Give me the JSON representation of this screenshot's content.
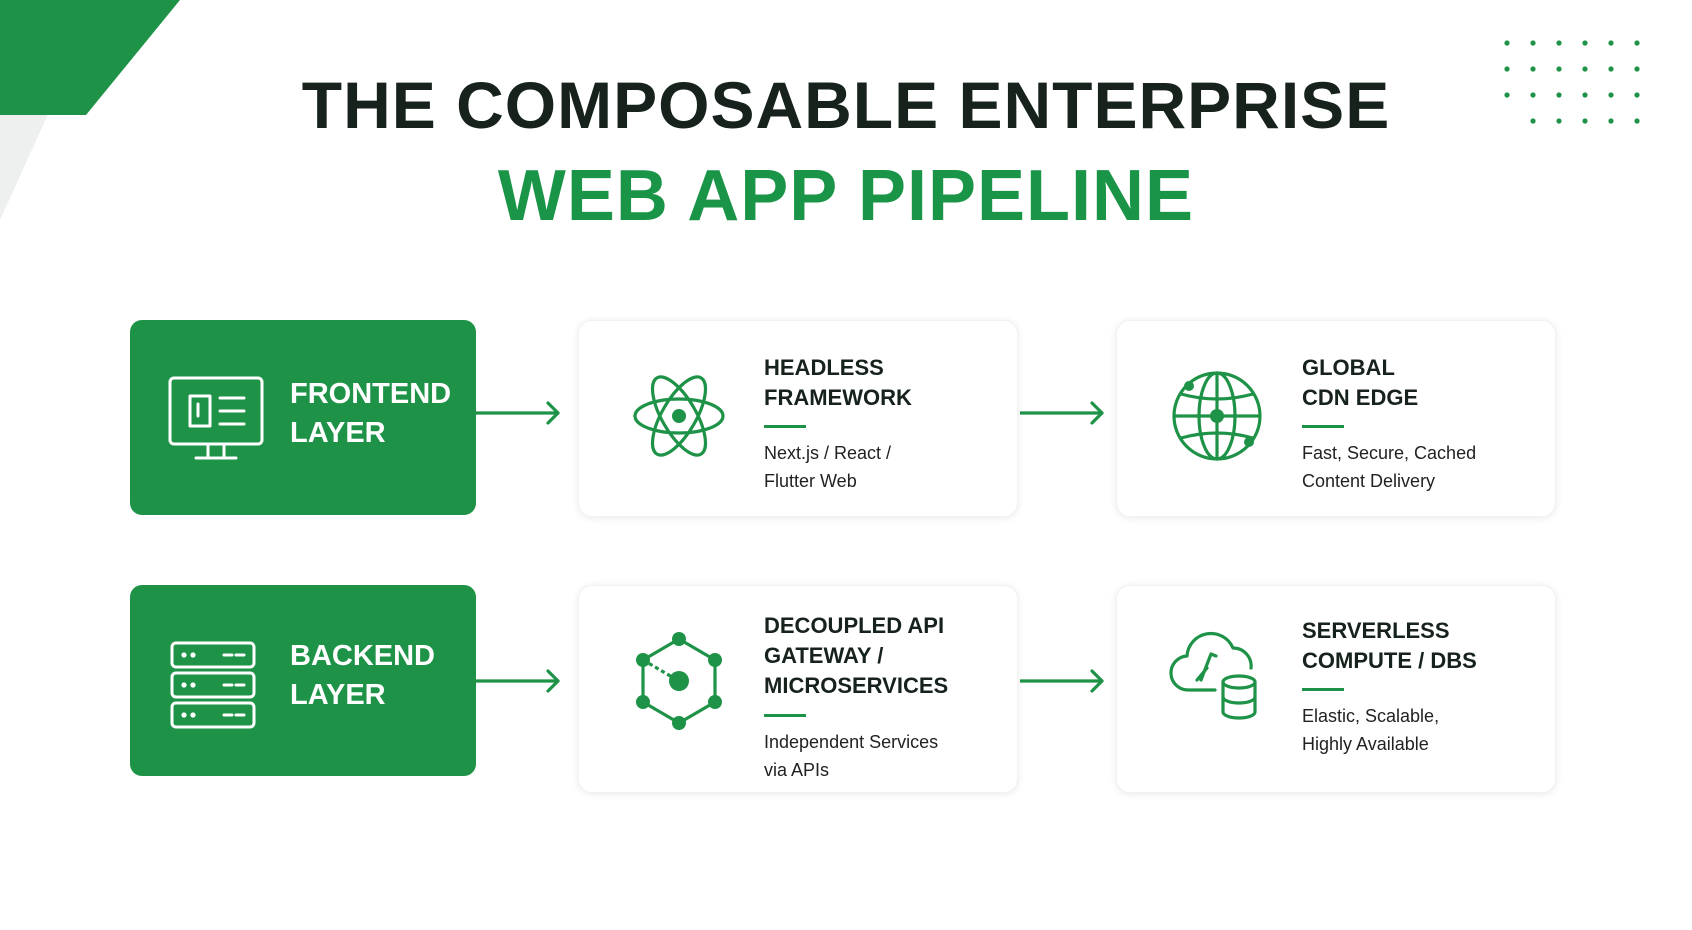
{
  "colors": {
    "accent": "#1e9347",
    "title": "#16221b",
    "background": "#ffffff"
  },
  "header": {
    "title": "THE COMPOSABLE ENTERPRISE",
    "subtitle": "WEB APP PIPELINE"
  },
  "rows": [
    {
      "layer": {
        "line1": "FRONTEND",
        "line2": "LAYER",
        "icon": "monitor-icon"
      },
      "cards": [
        {
          "title1": "HEADLESS",
          "title2": "FRAMEWORK",
          "desc1": "Next.js / React /",
          "desc2": "Flutter Web",
          "icon": "react-atom-icon"
        },
        {
          "title1": "GLOBAL",
          "title2": "CDN EDGE",
          "desc1": "Fast, Secure, Cached",
          "desc2": "Content Delivery",
          "icon": "globe-icon"
        }
      ]
    },
    {
      "layer": {
        "line1": "BACKEND",
        "line2": "LAYER",
        "icon": "server-icon"
      },
      "cards": [
        {
          "title1": "DECOUPLED API",
          "title2": "GATEWAY /",
          "title3": "MICROSERVICES",
          "desc1": "Independent Services",
          "desc2": "via APIs",
          "icon": "hexagon-network-icon"
        },
        {
          "title1": "SERVERLESS",
          "title2": "COMPUTE / DBS",
          "desc1": "Elastic, Scalable,",
          "desc2": "Highly Available",
          "icon": "cloud-lambda-database-icon"
        }
      ]
    }
  ]
}
